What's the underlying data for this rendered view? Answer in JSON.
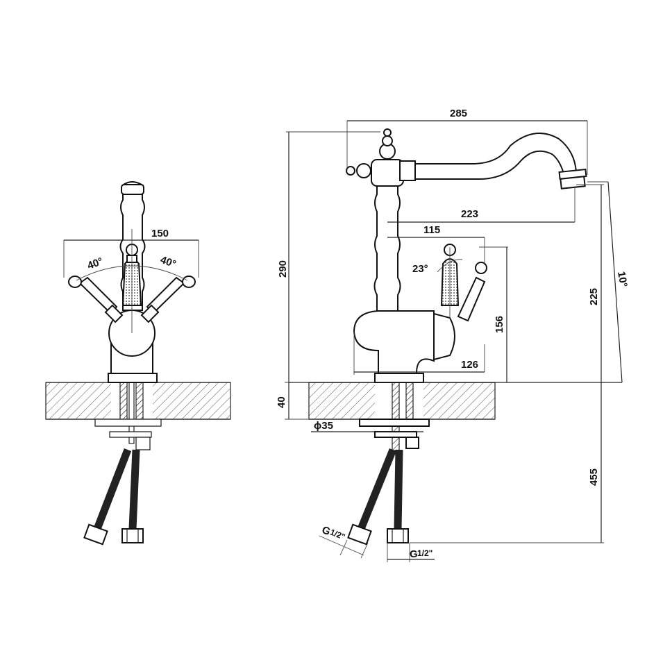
{
  "front_view": {
    "width_label": "150",
    "angle_left_label": "40°",
    "angle_right_label": "40°"
  },
  "side_view": {
    "reach_label": "285",
    "spout_label": "223",
    "handle_offset_label": "115",
    "handle_angle_label": "23°",
    "body_label": "126",
    "handle_height_label": "156",
    "total_height_label": "290",
    "spout_height_label": "225",
    "tilt_label": "10°",
    "deck_thickness_label": "40",
    "hole_diameter_label": "ϕ35",
    "hose_length_label": "455",
    "thread_left_label": "G",
    "thread_left_frac": "1/2\"",
    "thread_right_label": "G",
    "thread_right_frac": "1/2\""
  },
  "colors": {
    "line": "#222222",
    "hatch": "#555555",
    "background": "#ffffff"
  }
}
